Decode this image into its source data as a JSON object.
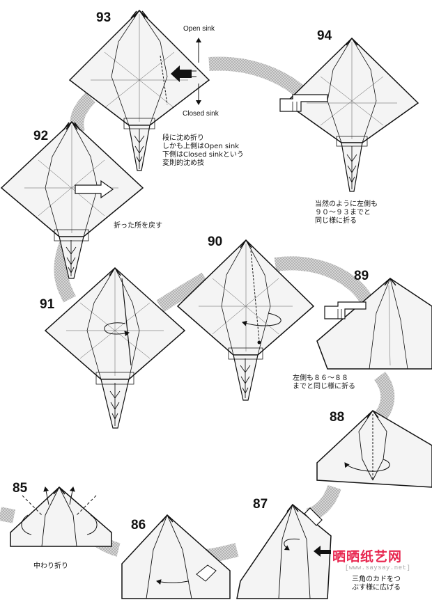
{
  "steps": {
    "s85": {
      "number": "85",
      "caption": "中わり折り"
    },
    "s86": {
      "number": "86"
    },
    "s87": {
      "number": "87",
      "caption": "三角のカドをつ\nぶす様に広げる"
    },
    "s88": {
      "number": "88"
    },
    "s89": {
      "number": "89",
      "caption": "左側も８６～８８\nまでと同じ様に折る"
    },
    "s90": {
      "number": "90"
    },
    "s91": {
      "number": "91"
    },
    "s92": {
      "number": "92",
      "caption": "折った所を戻す"
    },
    "s93": {
      "number": "93",
      "open_label": "Open sink",
      "closed_label": "Closed sink",
      "caption": "段に沈め折り\nしかも上側はOpen sink\n下側はClosed sinkという\n変則的沈め技"
    },
    "s94": {
      "number": "94",
      "caption": "当然のように左側も\n９０～９３までと\n同じ様に折る"
    }
  },
  "watermark": {
    "title": "晒晒纸艺网",
    "url": "[www.saysay.net]"
  },
  "colors": {
    "ink": "#111111",
    "paper_fill": "#f4f4f4",
    "band": "#c9c9c9",
    "watermark_red": "#e8264f",
    "watermark_gray": "#a9a9a9"
  }
}
